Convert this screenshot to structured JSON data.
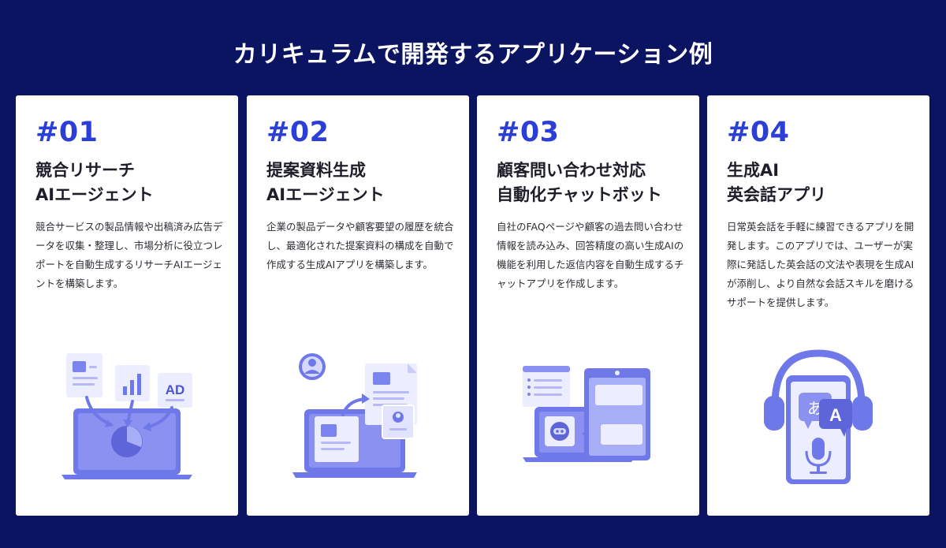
{
  "page": {
    "title": "カリキュラムで開発するアプリケーション例"
  },
  "colors": {
    "background": "#0b1461",
    "accent": "#2b3fd6",
    "card": "#ffffff",
    "illustration": "#6f78e8"
  },
  "cards": [
    {
      "number": "#01",
      "title": "競合リサーチ\nAIエージェント",
      "description": "競合サービスの製品情報や出稿済み広告データを収集・整理し、市場分析に役立つレポートを自動生成するリサーチAIエージェントを構築します。",
      "illustration": "laptop-research-icon",
      "badge": "AD"
    },
    {
      "number": "#02",
      "title": "提案資料生成\nAIエージェント",
      "description": "企業の製品データや顧客要望の履歴を統合し、最適化された提案資料の構成を自動で作成する生成AIアプリを構築します。",
      "illustration": "laptop-proposal-icon"
    },
    {
      "number": "#03",
      "title": "顧客問い合わせ対応\n自動化チャットボット",
      "description": "自社のFAQページや顧客の過去問い合わせ情報を読み込み、回答精度の高い生成AIの機能を利用した返信内容を自動生成するチャットアプリを作成します。",
      "illustration": "chatbot-icon"
    },
    {
      "number": "#04",
      "title": "生成AI\n英会話アプリ",
      "description": "日常英会話を手軽に練習できるアプリを開発します。このアプリでは、ユーザーが実際に発話した英会話の文法や表現を生成AIが添削し、より自然な会話スキルを磨けるサポートを提供します。",
      "illustration": "english-app-icon",
      "bubble_ja": "あ",
      "bubble_en": "A"
    }
  ]
}
